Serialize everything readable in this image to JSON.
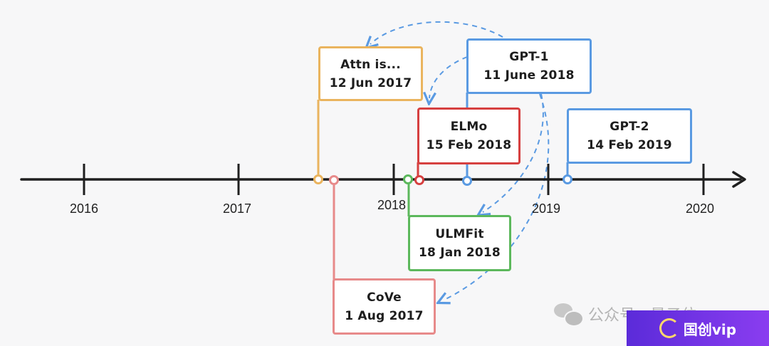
{
  "colors": {
    "axis": "#1f1f1f",
    "orange": "#eab45e",
    "pink": "#e78a8a",
    "green": "#5cb85c",
    "red": "#d64040",
    "blue": "#5a9ae2",
    "arrow": "#5a9ae2"
  },
  "timeline": {
    "years": [
      {
        "label": "2016"
      },
      {
        "label": "2017"
      },
      {
        "label": "2018"
      },
      {
        "label": "2019"
      },
      {
        "label": "2020"
      }
    ]
  },
  "events": [
    {
      "id": "attn",
      "title": "Attn is...",
      "date": "12 Jun 2017",
      "color": "orange"
    },
    {
      "id": "cove",
      "title": "CoVe",
      "date": "1 Aug 2017",
      "color": "pink"
    },
    {
      "id": "ulmfit",
      "title": "ULMFit",
      "date": "18 Jan 2018",
      "color": "green"
    },
    {
      "id": "elmo",
      "title": "ELMo",
      "date": "15 Feb 2018",
      "color": "red"
    },
    {
      "id": "gpt1",
      "title": "GPT-1",
      "date": "11 June 2018",
      "color": "blue"
    },
    {
      "id": "gpt2",
      "title": "GPT-2",
      "date": "14 Feb 2019",
      "color": "blue"
    }
  ],
  "watermark": {
    "text": "公众号 · 量子位",
    "icon": "wechat-icon"
  },
  "badge": {
    "text": "国创vip",
    "icon": "badge-logo-icon"
  }
}
